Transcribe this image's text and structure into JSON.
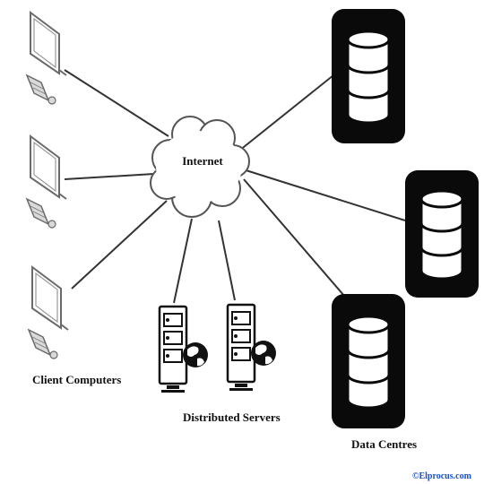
{
  "diagram": {
    "labels": {
      "internet": "Internet",
      "client_computers": "Client Computers",
      "distributed_servers": "Distributed Servers",
      "data_centres": "Data Centres"
    },
    "credit": "©Elprocus.com",
    "nodes": {
      "clients": [
        "client-computer-1",
        "client-computer-2",
        "client-computer-3"
      ],
      "servers": [
        "distributed-server-1",
        "distributed-server-2"
      ],
      "data_centres": [
        "data-centre-1",
        "data-centre-2",
        "data-centre-3"
      ]
    },
    "colors": {
      "line": "#333333",
      "database_fill": "#0a0a0a",
      "credit_text": "#1c4fbf"
    }
  }
}
